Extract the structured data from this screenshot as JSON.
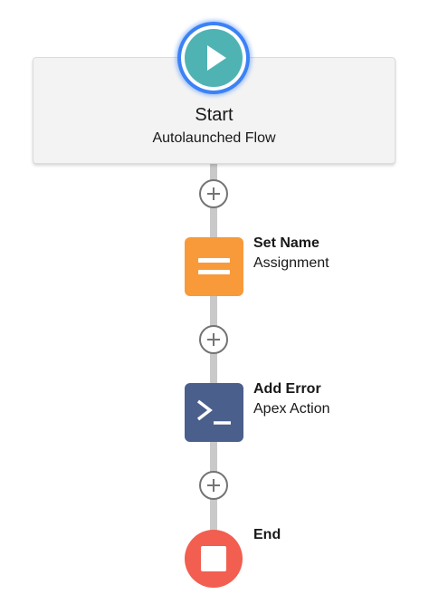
{
  "start": {
    "title": "Start",
    "subtitle": "Autolaunched Flow",
    "icon": "play-icon",
    "color": "#4fb3b3"
  },
  "elements": [
    {
      "title": "Set Name",
      "subtitle": "Assignment",
      "icon": "assignment-icon",
      "color": "#f89a3a"
    },
    {
      "title": "Add Error",
      "subtitle": "Apex Action",
      "icon": "apex-action-icon",
      "color": "#4b5f8d"
    }
  ],
  "end": {
    "title": "End",
    "icon": "stop-icon",
    "color": "#f25e50"
  },
  "add_icon": "plus-icon"
}
